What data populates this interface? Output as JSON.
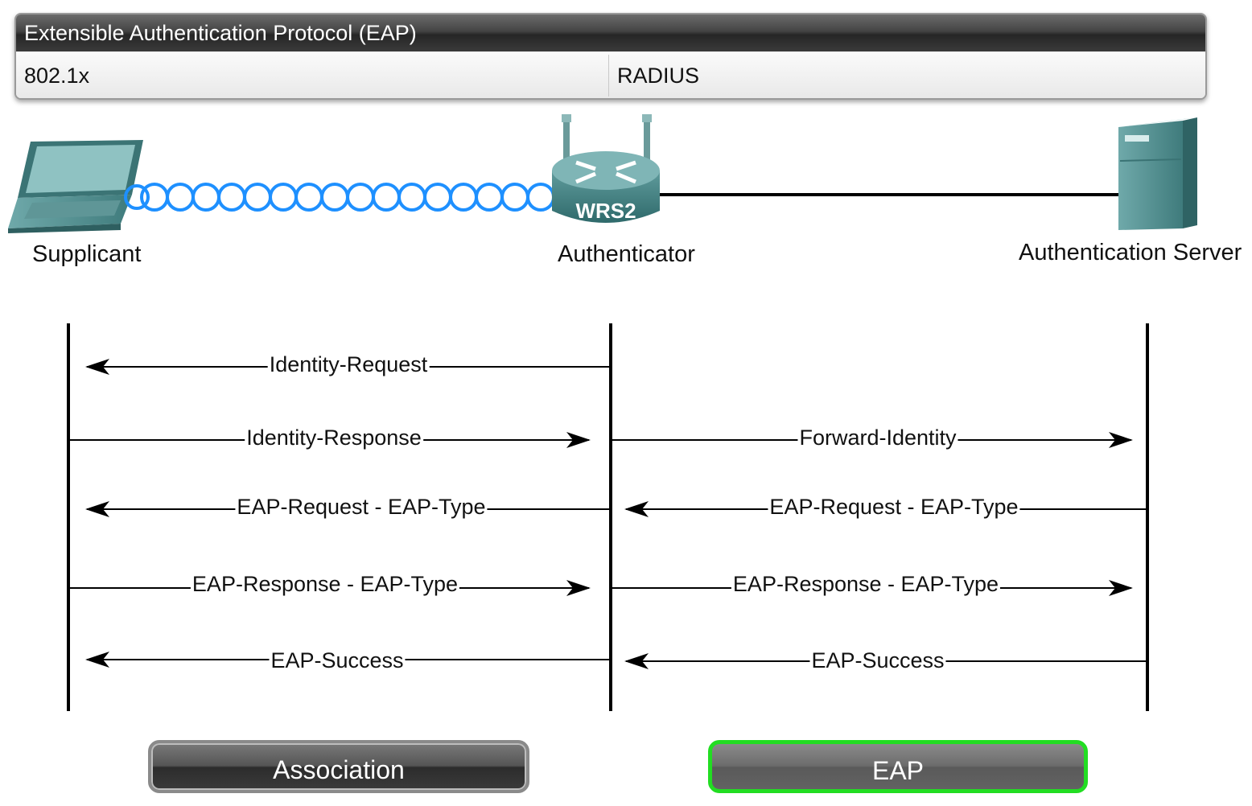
{
  "header": {
    "title": "Extensible Authentication Protocol (EAP)",
    "left_cell": "802.1x",
    "right_cell": "RADIUS"
  },
  "devices": {
    "supplicant": {
      "label": "Supplicant",
      "icon": "laptop-icon"
    },
    "authenticator": {
      "label": "Authenticator",
      "device_name": "WRS2",
      "icon": "wireless-router-icon"
    },
    "server": {
      "label": "Authentication Server",
      "icon": "server-icon"
    }
  },
  "messages": {
    "left": [
      "Identity-Request",
      "Identity-Response",
      "EAP-Request - EAP-Type",
      "EAP-Response - EAP-Type",
      "EAP-Success"
    ],
    "right": [
      "Forward-Identity",
      "EAP-Request - EAP-Type",
      "EAP-Response - EAP-Type",
      "EAP-Success"
    ]
  },
  "buttons": {
    "association": "Association",
    "eap": "EAP"
  },
  "colors": {
    "wireless": "#1e90ff",
    "device_teal": "#4f8f90",
    "active_button_border": "#22dd22"
  }
}
